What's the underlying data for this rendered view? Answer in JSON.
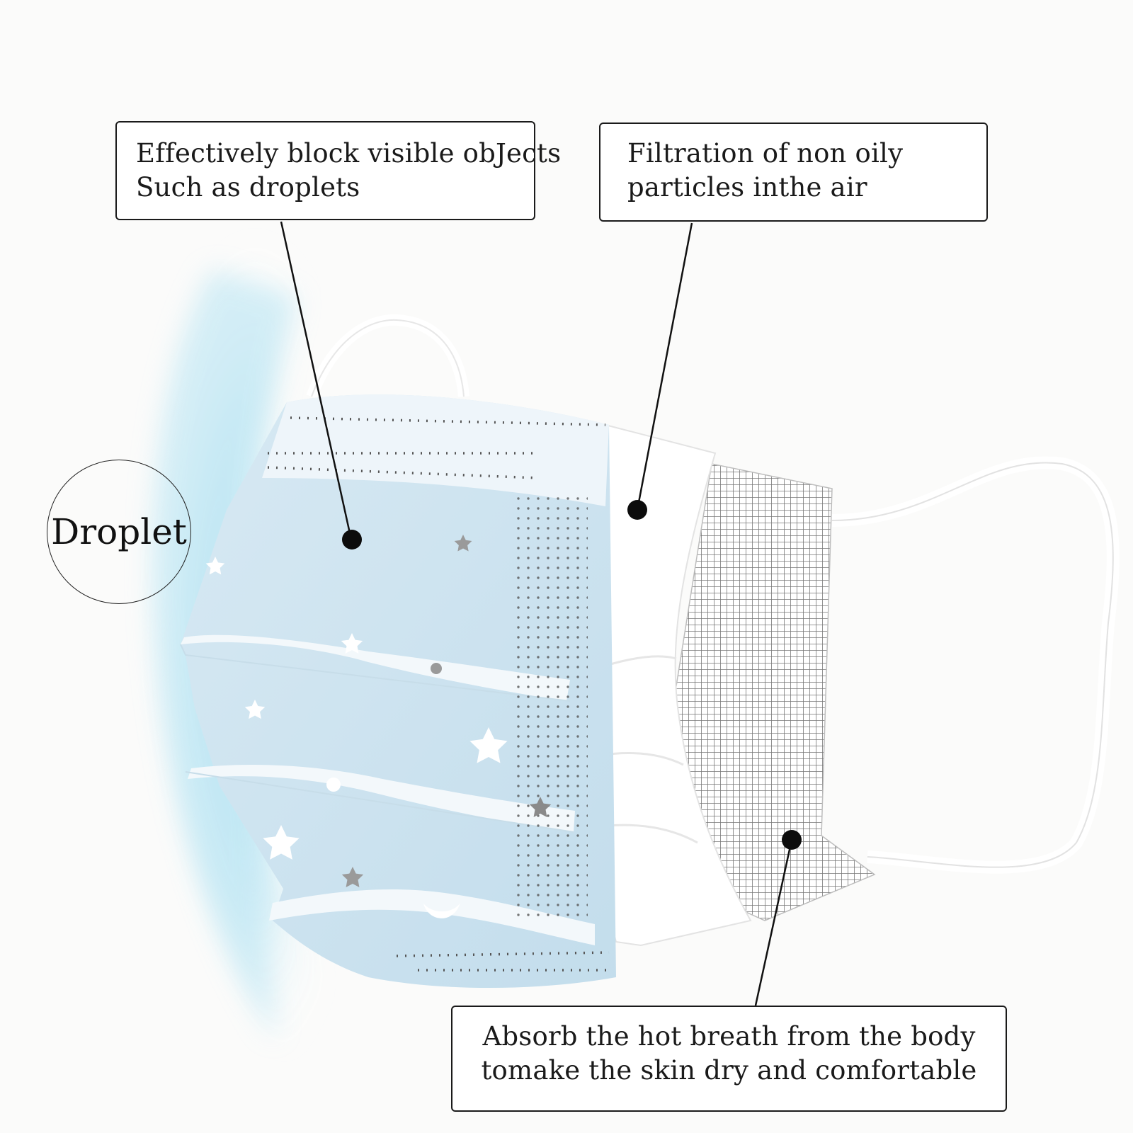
{
  "callouts": [
    {
      "lines": [
        "Effectively block visible obJects",
        "Such as droplets"
      ]
    },
    {
      "lines": [
        "Filtration of non oily",
        "particles inthe air"
      ]
    },
    {
      "lines": [
        "Absorb the hot breath from the body",
        "tomake the skin dry and comfortable"
      ]
    }
  ],
  "droplet_label": "Droplet",
  "colors": {
    "background": "#fbfbfa",
    "mask_outer_layer": "#cfe5f1",
    "mask_glow": "#a9def0",
    "mask_middle_layer": "#ffffff",
    "mask_inner_mesh": "#8a8a8a",
    "callout_border": "#1a1a1a"
  },
  "icons": [
    "star-icon",
    "moon-icon"
  ]
}
